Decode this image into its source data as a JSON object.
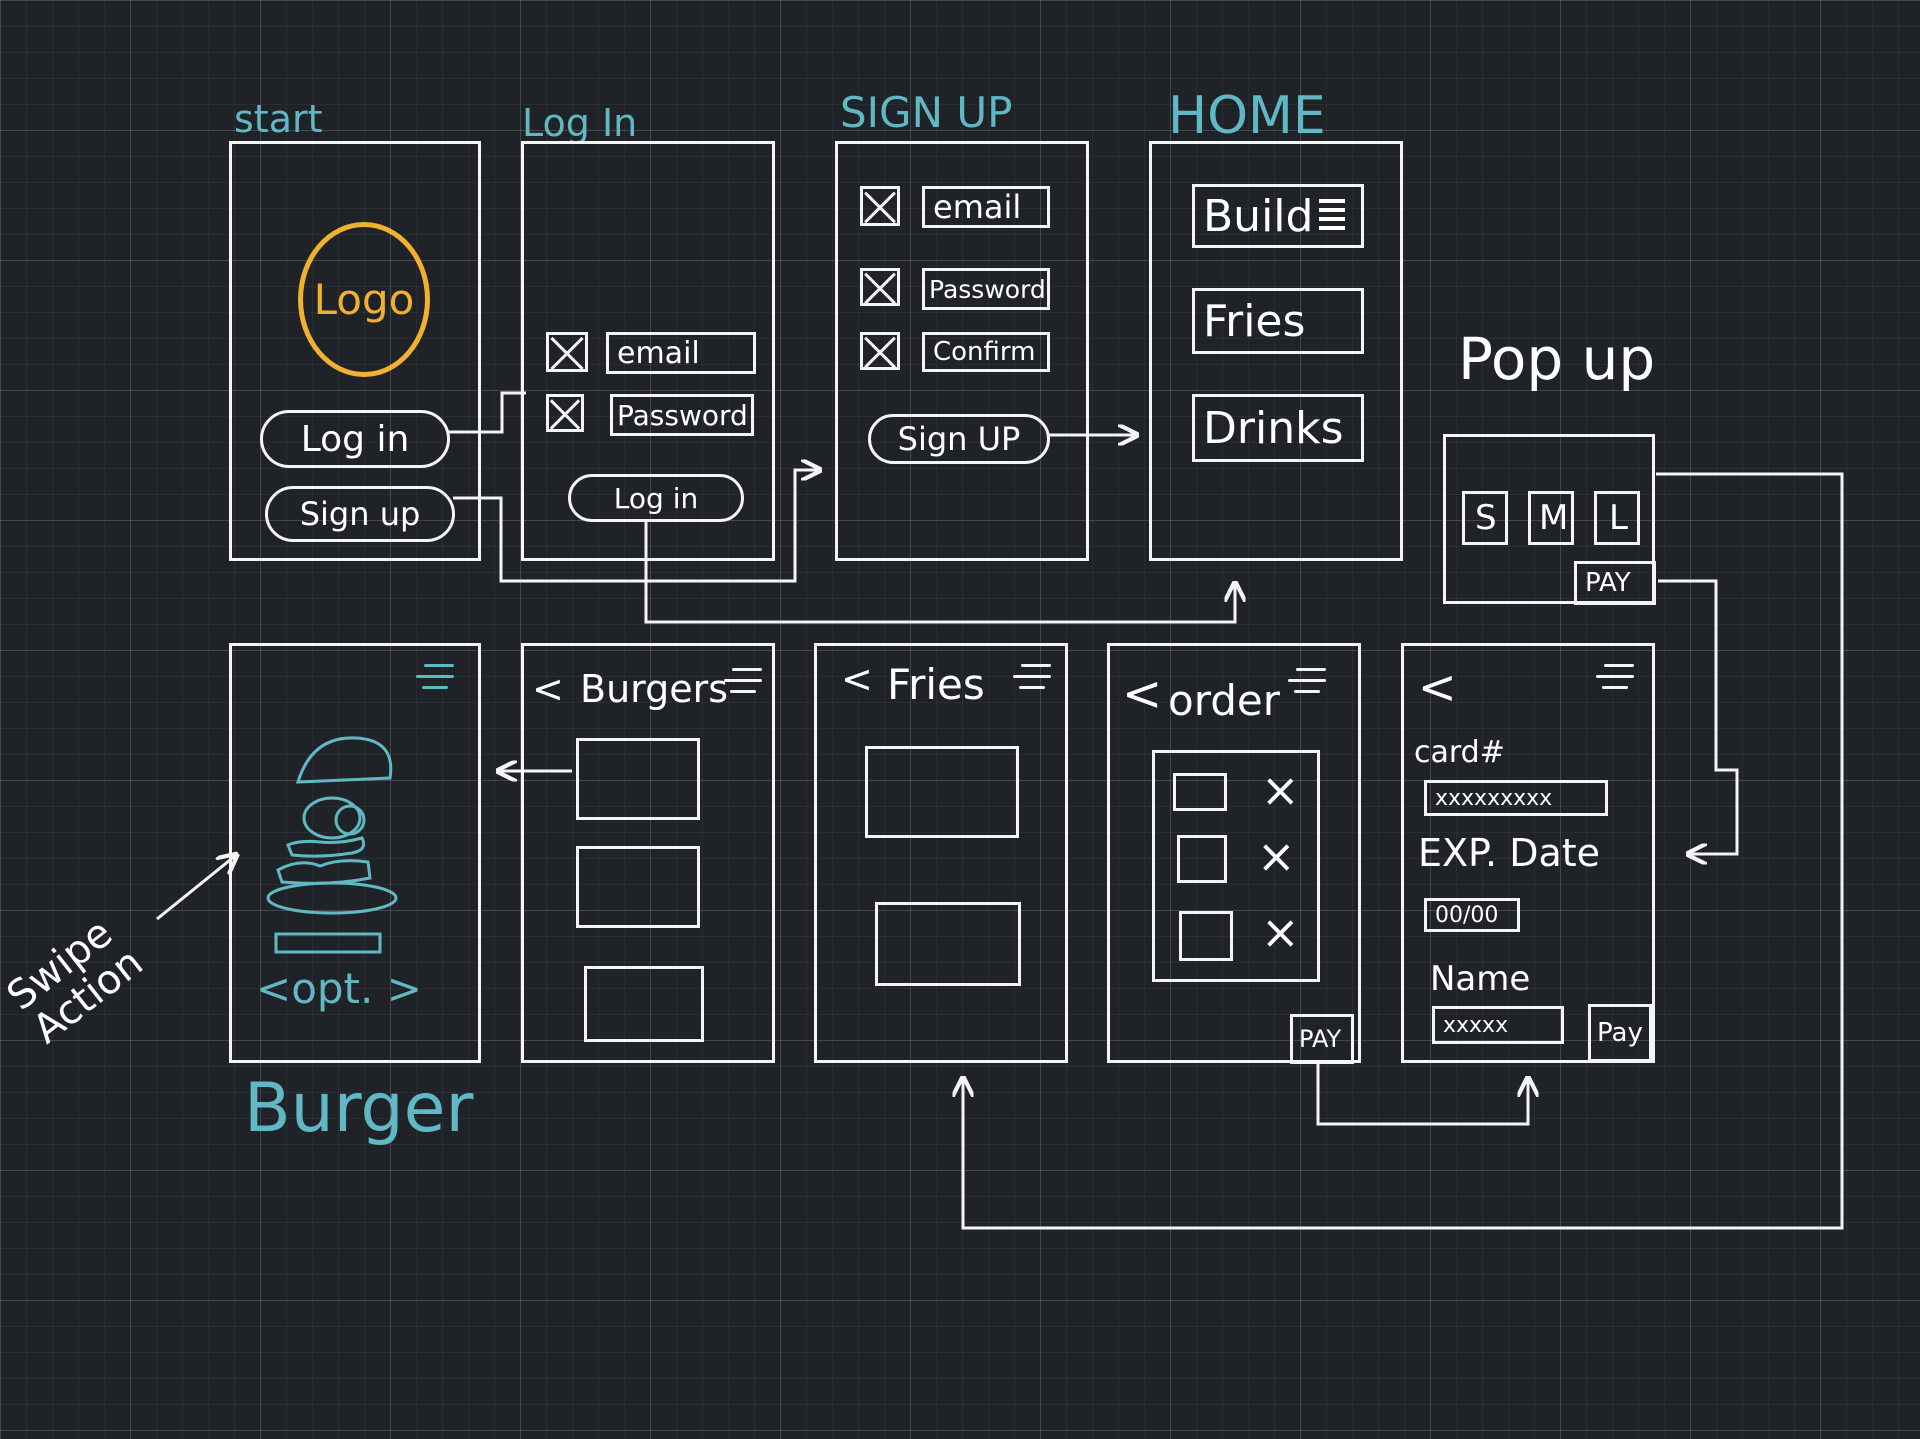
{
  "labels": {
    "start": "start",
    "login": "Log In",
    "signup": "SIGN UP",
    "home": "HOME",
    "popup": "Pop up",
    "burger": "Burger",
    "swipe_action": "Swipe Action"
  },
  "start_screen": {
    "logo": "Logo",
    "login_button": "Log in",
    "signup_button": "Sign up"
  },
  "login_screen": {
    "email": "email",
    "password": "Password",
    "login_button": "Log in"
  },
  "signup_screen": {
    "email": "email",
    "password": "Password",
    "confirm": "Confirm",
    "signup_button": "Sign UP"
  },
  "home_screen": {
    "build": "Build",
    "fries": "Fries",
    "drinks": "Drinks"
  },
  "popup_screen": {
    "sizes": [
      "S",
      "M",
      "L"
    ],
    "pay": "PAY"
  },
  "burger_screen": {
    "option": "<opt. >"
  },
  "burgers_screen": {
    "back": "<",
    "title": "Burgers"
  },
  "fries_screen": {
    "back": "<",
    "title": "Fries"
  },
  "order_screen": {
    "back": "<",
    "title": "order",
    "remove_marks": [
      "×",
      "×",
      "×"
    ],
    "pay": "PAY"
  },
  "payment_screen": {
    "back": "<",
    "card_label": "card#",
    "card_value": "xxxxxxxxx",
    "exp_label": "EXP. Date",
    "exp_value": "00/00",
    "name_label": "Name",
    "name_value": "xxxxx",
    "pay": "Pay"
  },
  "colors": {
    "background": "#1f2328",
    "stroke": "#f4f4f4",
    "accent_teal": "#5fb8c3",
    "logo_yellow": "#f0b12f"
  }
}
